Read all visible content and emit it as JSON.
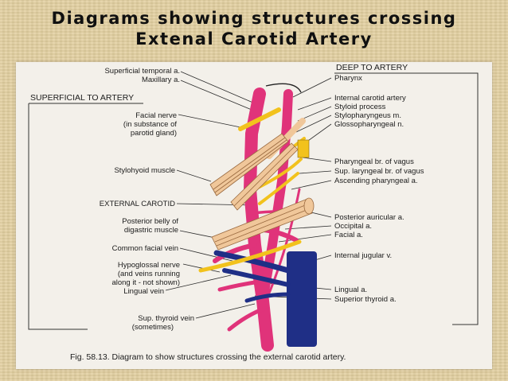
{
  "slide": {
    "title_line1": "Diagrams showing structures crossing",
    "title_line2": "Extenal Carotid Artery"
  },
  "diagram": {
    "section_superficial": "SUPERFICIAL TO ARTERY",
    "section_deep": "DEEP TO ARTERY",
    "left_labels": {
      "superficial_temporal": "Superficial  temporal a.",
      "maxillary": "Maxillary a.",
      "facial_nerve_1": "Facial nerve",
      "facial_nerve_2": "(in substance of",
      "facial_nerve_3": "parotid gland)",
      "stylohyoid": "Stylohyoid muscle",
      "external_carotid": "EXTERNAL CAROTID",
      "digastric_1": "Posterior belly of",
      "digastric_2": "digastric muscle",
      "common_facial_vein": "Common facial vein",
      "hypoglossal_1": "Hypoglossal nerve",
      "hypoglossal_2": "(and veins running",
      "hypoglossal_3": "along it - not shown)",
      "lingual_vein": "Lingual vein",
      "sup_thyroid_vein_1": "Sup. thyroid vein",
      "sup_thyroid_vein_2": "(sometimes)"
    },
    "right_labels": {
      "pharynx": "Pharynx",
      "internal_carotid": "Internal carotid artery",
      "styloid_process": "Styloid process",
      "stylopharyngeus": "Stylopharyngeus m.",
      "glossopharyngeal": "Glossopharyngeal n.",
      "pharyngeal_br_vagus": "Pharyngeal br. of vagus",
      "sup_laryngeal": "Sup. laryngeal br. of vagus",
      "ascending_pharyngeal": "Ascending pharyngeal a.",
      "posterior_auricular": "Posterior auricular a.",
      "occipital": "Occipital a.",
      "facial_artery": "Facial a.",
      "internal_jugular": "Internal jugular v.",
      "lingual_artery": "Lingual a.",
      "superior_thyroid": "Superior thyroid a."
    },
    "caption": "Fig. 58.13. Diagram to show structures crossing the external carotid artery.",
    "colors": {
      "artery": "#e0337a",
      "vein": "#1f2f86",
      "nerve": "#f2c21c",
      "muscle": "#f0c79a",
      "muscle_stroke": "#9a6a40",
      "ink": "#1c1c1c"
    }
  }
}
